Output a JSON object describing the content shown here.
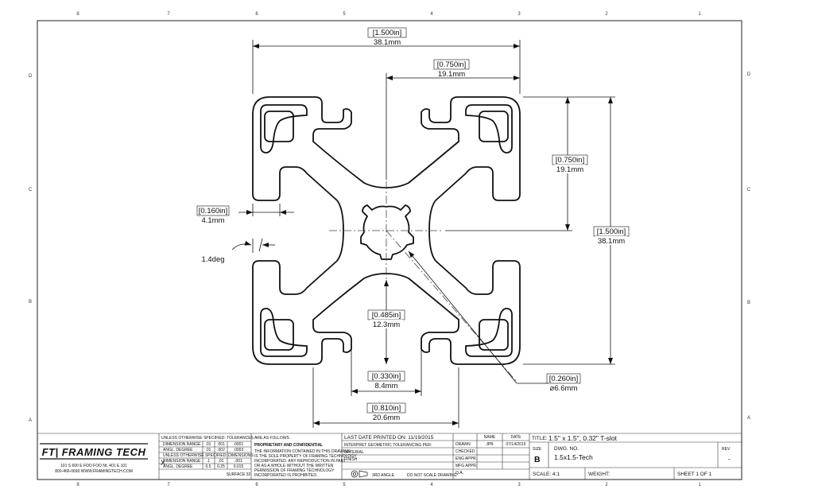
{
  "zones": {
    "top": [
      "8",
      "7",
      "6",
      "5",
      "4",
      "3",
      "2",
      "1"
    ],
    "bottom": [
      "8",
      "7",
      "6",
      "5",
      "4",
      "3",
      "2",
      "1"
    ],
    "left": [
      "D",
      "C",
      "B",
      "A"
    ],
    "right": [
      "D",
      "C",
      "B",
      "A"
    ]
  },
  "dimensions": {
    "overall_width": {
      "in": "[1.500in]",
      "mm": "38.1mm"
    },
    "half_width": {
      "in": "[0.750in]",
      "mm": "19.1mm"
    },
    "half_height": {
      "in": "[0.750in]",
      "mm": "19.1mm"
    },
    "overall_height": {
      "in": "[1.500in]",
      "mm": "38.1mm"
    },
    "wall": {
      "in": "[0.160in]",
      "mm": "4.1mm"
    },
    "draft_angle": "1.4deg",
    "center_to_slot": {
      "in": "[0.485in]",
      "mm": "12.3mm"
    },
    "slot_opening": {
      "in": "[0.330in]",
      "mm": "8.4mm"
    },
    "slot_width": {
      "in": "[0.810in]",
      "mm": "20.6mm"
    },
    "center_hole": {
      "in": "[0.260in]",
      "mm": "⌀6.6mm"
    }
  },
  "title_block": {
    "logo_text": "FT| FRAMING TECH",
    "address": [
      "101 S 600 E FOO FOO Nt. 401 E.101",
      "800-466-0690 WWW.FRAMINGTECH.COM"
    ],
    "tolerance": {
      "header": "UNLESS OTHERWISE SPECIFIED: TOLERANCES ARE AS FOLLOWS",
      "row1": [
        "DIMENSION RANGE",
        ".01",
        ".001",
        ".0001"
      ],
      "row2": [
        "ANGL. DEGREE",
        ".01",
        ".002",
        ".0003"
      ],
      "row3": [
        "DIMENSION RANGE",
        ".1",
        ".01",
        ".001"
      ],
      "row4": [
        "ANGL. DEGREE",
        "0.5",
        "0.25",
        "0.015"
      ],
      "sub": "UNLESS OTHERWISE SPECIFIED: DIMENSIONS",
      "mark": "X",
      "sheet_note": "SURFACE 32"
    },
    "proprietary": {
      "title": "PROPRIETARY AND CONFIDENTIAL",
      "lines": [
        "THE INFORMATION CONTAINED IN THIS DRAWING",
        "IS THE SOLE PROPERTY OF FRAMING TECHNOLOGY",
        "INCORPORATED. ANY REPRODUCTION IN PART",
        "OR AS A WHOLE WITHOUT THE WRITTEN",
        "PERMISSION OF FRAMING TECHNOLOGY",
        "INCORPORATED IS PROHIBITED."
      ]
    },
    "last_printed": "LAST DATE PRINTED ON: 11/19/2015",
    "interpret": "INTERPRET GEOMETRIC TOLERANCING PER:",
    "material": "MATERIAL",
    "finish": "FINISH",
    "third_angle": "3RD ANGLE",
    "do_not_scale": "DO NOT SCALE DRAWING",
    "signoffs": {
      "name_hdr": "NAME",
      "date_hdr": "DATE",
      "rows": [
        {
          "label": "DRAWN",
          "name": "JPB",
          "date": "07/14/2015"
        },
        {
          "label": "CHECKED",
          "name": "",
          "date": ""
        },
        {
          "label": "ENG APPR.",
          "name": "",
          "date": ""
        },
        {
          "label": "MFG APPR.",
          "name": "",
          "date": ""
        },
        {
          "label": "Q.A.",
          "name": "",
          "date": ""
        }
      ]
    },
    "title_label": "TITLE:",
    "title_value": "1.5\" x 1.5\", 0.32\" T-slot",
    "size_label": "SIZE",
    "size_value": "B",
    "dwg_label": "DWG.  NO.",
    "dwg_value": "1.5x1.5-Tech",
    "rev_label": "REV",
    "rev_value": "-",
    "scale": "SCALE: 4:1",
    "weight": "WEIGHT:",
    "sheet": "SHEET 1 OF 1"
  }
}
